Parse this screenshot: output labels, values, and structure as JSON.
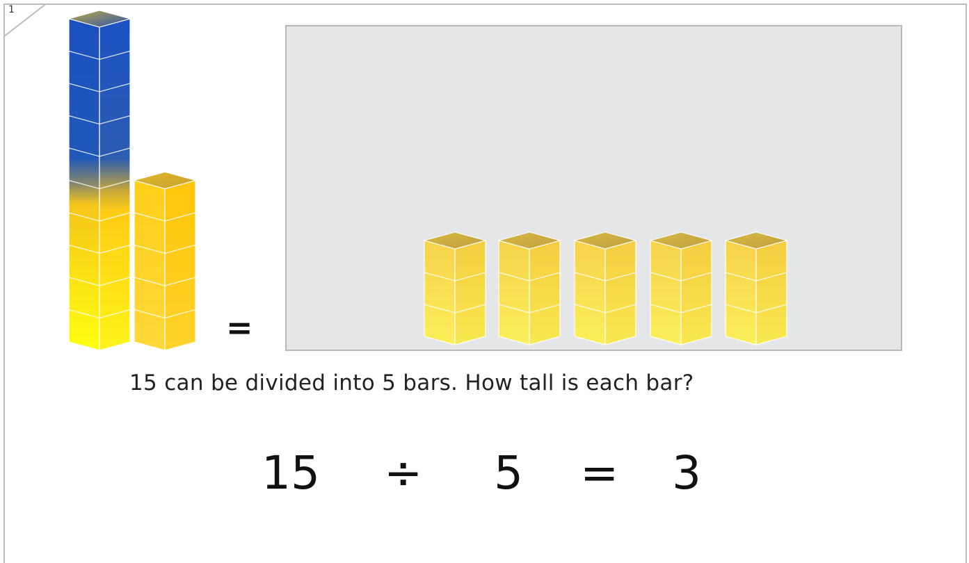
{
  "page_number": "1",
  "question": "15 can be divided into 5 bars. How tall is each bar?",
  "equals_small": "=",
  "equation": {
    "dividend": "15",
    "operator": "÷",
    "divisor": "5",
    "equals": "=",
    "quotient": "3"
  },
  "tall_bar": {
    "cubes": 10,
    "blue_cubes": 5,
    "yellow_cubes": 5
  },
  "short_bar": {
    "cubes": 5
  },
  "result_bars": {
    "count": 5,
    "cubes_each": 3
  },
  "colors": {
    "blue": "#1c4fb5",
    "yellow": "#ffd21a",
    "light_yellow": "#f6d64a",
    "work_area": "#e5e6e8"
  }
}
